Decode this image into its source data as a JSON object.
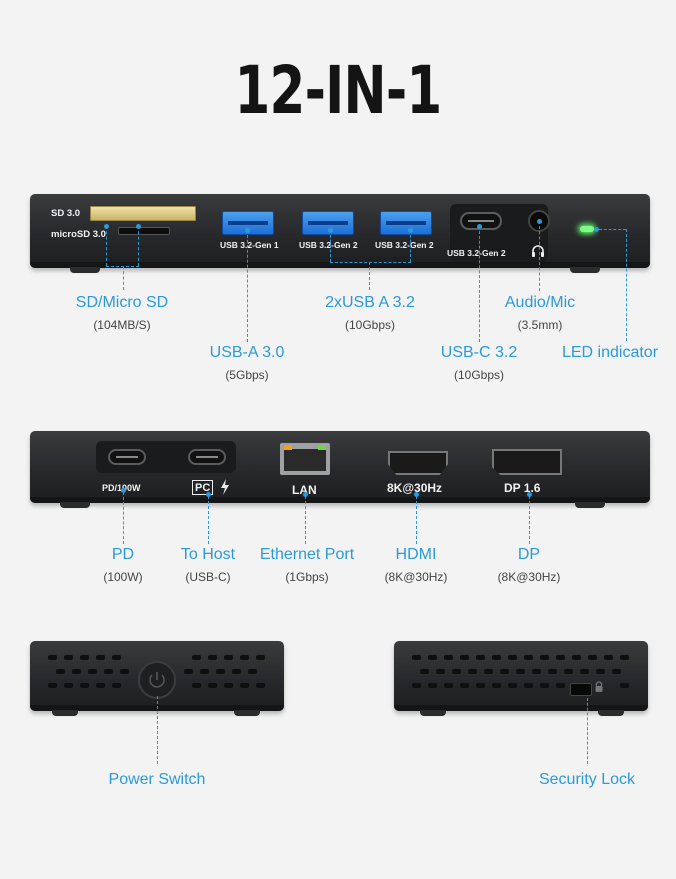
{
  "title": "12-IN-1",
  "colors": {
    "accent": "#2b9ad9",
    "device": "#26272a",
    "led": "#5dff6a",
    "usb_a": "#2f86e6"
  },
  "top_panel": {
    "port_texts": {
      "sd": "SD 3.0",
      "microsd": "microSD 3.0",
      "usb_a_1": "USB 3.2-Gen 1",
      "usb_a_2": "USB 3.2-Gen 2",
      "usb_a_3": "USB 3.2-Gen 2",
      "usb_c": "USB 3.2-Gen 2"
    },
    "callouts": [
      {
        "label": "SD/Micro SD",
        "sub": "(104MB/S)"
      },
      {
        "label": "2xUSB A 3.2",
        "sub": "(10Gbps)"
      },
      {
        "label": "Audio/Mic",
        "sub": "(3.5mm)"
      },
      {
        "label": "USB-A 3.0",
        "sub": "(5Gbps)"
      },
      {
        "label": "USB-C 3.2",
        "sub": "(10Gbps)"
      },
      {
        "label": "LED indicator",
        "sub": ""
      }
    ]
  },
  "middle_panel": {
    "port_texts": {
      "pd": "PD/100W",
      "pc": "PC",
      "lan": "LAN",
      "hdmi": "8K@30Hz",
      "dp": "DP 1.6"
    },
    "callouts": [
      {
        "label": "PD",
        "sub": "(100W)"
      },
      {
        "label": "To Host",
        "sub": "(USB-C)"
      },
      {
        "label": "Ethernet Port",
        "sub": "(1Gbps)"
      },
      {
        "label": "HDMI",
        "sub": "(8K@30Hz)"
      },
      {
        "label": "DP",
        "sub": "(8K@30Hz)"
      }
    ]
  },
  "bottom_panels": {
    "callouts": [
      {
        "label": "Power Switch"
      },
      {
        "label": "Security Lock"
      }
    ]
  },
  "icons": [
    "headphone-icon",
    "lightning-icon",
    "power-icon",
    "padlock-icon",
    "led-icon"
  ]
}
